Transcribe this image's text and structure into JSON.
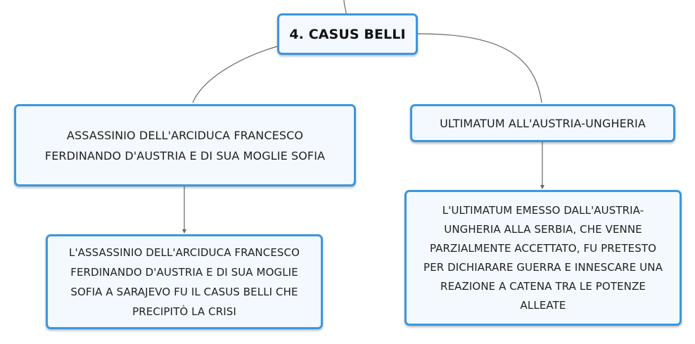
{
  "diagram": {
    "nodes": {
      "root": {
        "text": "4. CASUS BELLI"
      },
      "left": {
        "text": "ASSASSINIO DELL'ARCIDUCA FRANCESCO FERDINANDO D'AUSTRIA E DI SUA MOGLIE SOFIA"
      },
      "right": {
        "text": "ULTIMATUM ALL'AUSTRIA-UNGHERIA"
      },
      "left_child": {
        "text": "L'ASSASSINIO DELL'ARCIDUCA FRANCESCO FERDINANDO D'AUSTRIA E DI SUA MOGLIE SOFIA A SARAJEVO FU IL CASUS BELLI CHE PRECIPITÒ LA CRISI"
      },
      "right_child": {
        "text": "L'ULTIMATUM EMESSO DALL'AUSTRIA-UNGHERIA ALLA SERBIA, CHE VENNE PARZIALMENTE ACCETTATO, FU PRETESTO PER DICHIARARE GUERRA E INNESCARE UNA REAZIONE A CATENA TRA LE POTENZE ALLEATE"
      }
    },
    "colors": {
      "border": "#3a97e0",
      "fill": "#f3f9fe",
      "connector": "#666666"
    }
  }
}
